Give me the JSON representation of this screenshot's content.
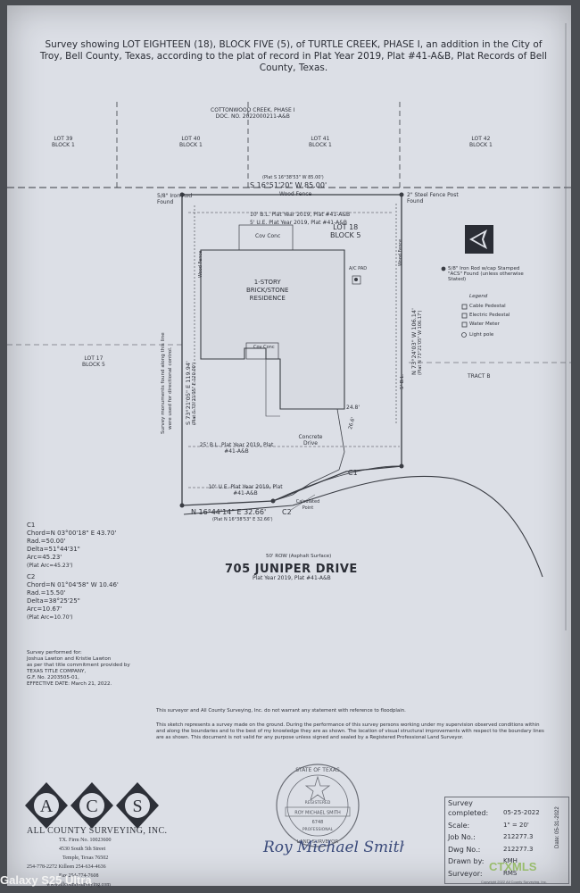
{
  "title": "Survey showing LOT EIGHTEEN (18), BLOCK FIVE (5), of TURTLE CREEK, PHASE I, an addition in the City of Troy, Bell County, Texas, according to the plat of record in Plat Year 2019, Plat #41-A&B, Plat Records of Bell County, Texas.",
  "adjacent": {
    "cottonwood_1": "COTTONWOOD CREEK, PHASE I",
    "cottonwood_2": "DOC. NO. 2022000211-A&B",
    "lot39_1": "LOT 39",
    "lot39_2": "BLOCK 1",
    "lot40_1": "LOT 40",
    "lot40_2": "BLOCK 1",
    "lot41_1": "LOT 41",
    "lot41_2": "BLOCK 1",
    "lot42_1": "LOT 42",
    "lot42_2": "BLOCK 1",
    "lot17_1": "LOT 17",
    "lot17_2": "BLOCK 5",
    "tract_b": "TRACT B"
  },
  "plat_labels": {
    "north_plat": "(Plat S 16°38'53\" W 85.00')",
    "north_call": "S 16°51'20\" W 85.00'",
    "wood_fence": "Wood Fence",
    "iron_rod_found": "5/8\" Iron Rod Found",
    "steel_fence_post": "2\" Steel Fence Post Found",
    "bl_10": "10' B.L. Plat Year 2019, Plat #41-A&B",
    "ue_5": "5' U.E. Plat Year 2019, Plat #41-A&B",
    "lot18_1": "LOT 18",
    "lot18_2": "BLOCK 5",
    "garage_top": "Cov Conc",
    "residence_1": "1-STORY",
    "residence_2": "BRICK/STONE",
    "residence_3": "RESIDENCE",
    "ac_pad": "A/C PAD",
    "west_call": "S 73°21'05\" E 119.94'",
    "west_plat": "(Plat S 73°21'05\" E 120.00')",
    "east_call": "N 73°24'03\" W 106.14'",
    "east_plat": "(Plat N 73°21'05\" W 106.17')",
    "bl_5_east": "5' B.L.",
    "monuments_1": "Survey monuments found along this line",
    "monuments_2": "were used for directional control.",
    "cov_conc": "Cov Conc",
    "dim_248": "24.8'",
    "concrete_drive": "Concrete Drive",
    "bl_25": "25' B.L. Plat Year 2019, Plat #41-A&B",
    "ue_10": "10' U.E. Plat Year 2019, Plat #41-A&B",
    "dim_266": "26.6'",
    "c1": "C1",
    "c2": "C2",
    "calc_point": "Calculated Point",
    "south_call": "N 16°44'14\" E 32.66'",
    "south_plat": "(Plat N 16°38'53\" E 32.66')"
  },
  "legend": {
    "iron_rod": "5/8\" Iron Rod w/cap Stamped \"ACS\" Found (unless otherwise Stated)",
    "title": "Legend",
    "cable": "Cable Pedestal",
    "electric": "Electric Pedestal",
    "water": "Water Meter",
    "light": "Light pole"
  },
  "street": {
    "row": "50' ROW (Asphalt Surface)",
    "name": "705 JUNIPER DRIVE",
    "plat": "Plat Year 2019, Plat #41-A&B"
  },
  "curves": {
    "c1_title": "C1",
    "c1_chord": "Chord=N 03°00'18\" E 43.70'",
    "c1_rad": "Rad.=50.00'",
    "c1_delta": "Delta=51°44'31\"",
    "c1_arc": "Arc=45.23'",
    "c1_plat": "(Plat Arc=45.23')",
    "c2_title": "C2",
    "c2_chord": "Chord=N 01°04'58\" W 10.46'",
    "c2_rad": "Rad.=15.50'",
    "c2_delta": "Delta=38°25'25\"",
    "c2_arc": "Arc=10.67'",
    "c2_plat": "(Plat Arc=10.70')"
  },
  "performed": {
    "l1": "Survey performed for:",
    "l2": "Joshua Lawton and Kristie Lawton",
    "l3": "as per that title commitment provided by",
    "l4": "TEXAS TITLE COMPANY,",
    "l5": "G.F. No. 2203505-01,",
    "l6": "EFFECTIVE DATE: March 21, 2022."
  },
  "notes": {
    "n1": "This surveyor and All County Surveying, Inc. do not warrant any statement with reference to floodplain.",
    "n2": "This sketch represents a survey made on the ground. During the performance of this survey persons working under my supervision observed conditions within and along the boundaries and to the best of my knowledge they are as shown. The location of visual structural improvements with respect to the boundary lines are as shown. This document is not valid for any purpose unless signed and sealed by a Registered Professional Land Surveyor."
  },
  "seal": {
    "state": "STATE OF TEXAS",
    "registered": "REGISTERED",
    "name": "ROY MICHAEL SMITH",
    "number": "6748",
    "professional": "PROFESSIONAL",
    "surveyor": "LAND SURVEYOR"
  },
  "signature": "Roy Michael Smith",
  "company": {
    "logo": "ACS",
    "name": "ALL COUNTY SURVEYING, INC.",
    "firm": "TX. Firm No. 10023600",
    "addr1": "4530 South 5th Street",
    "addr2": "Temple, Texas 76502",
    "phones": "254-778-2272  Killeen 254-634-4636",
    "fax": "Fax 254-774-7608",
    "web": "www.allcountysurveying.com"
  },
  "title_block": {
    "survey_k": "Survey",
    "completed_k": "completed:",
    "completed_v": "05-25-2022",
    "scale_k": "Scale:",
    "scale_v": "1\" = 20'",
    "job_k": "Job No.:",
    "job_v": "212277.3",
    "dwg_k": "Dwg No.:",
    "dwg_v": "212277.3",
    "drawn_k": "Drawn by:",
    "drawn_v": "KMH",
    "surveyor_k": "Surveyor:",
    "surveyor_v": "RMS",
    "date_vertical": "Date: 05-31-2022",
    "copyright": "Copyright 2022 All County Surveying, Inc."
  },
  "watermark": "CTXMLS",
  "device": "Galaxy S25 Ultra"
}
